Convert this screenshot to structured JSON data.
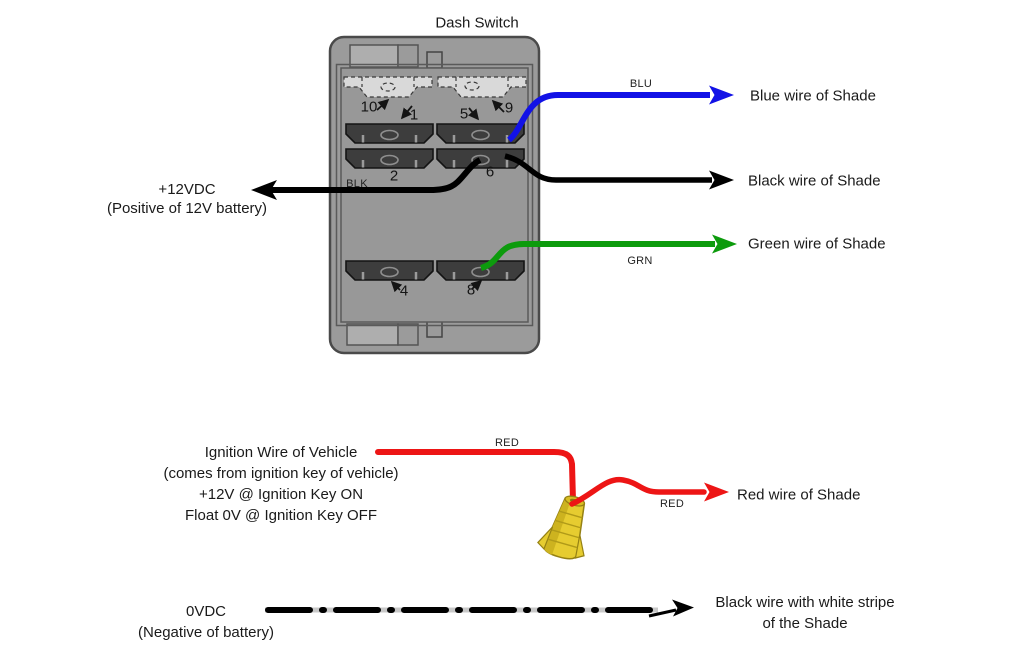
{
  "title": "Dash Switch",
  "switch": {
    "blk_tag": "BLK",
    "terminals": [
      {
        "label": "10"
      },
      {
        "label": "1"
      },
      {
        "label": "5"
      },
      {
        "label": "9"
      },
      {
        "label": "2"
      },
      {
        "label": "6"
      },
      {
        "label": "4"
      },
      {
        "label": "8"
      }
    ]
  },
  "wire_tags": {
    "blu": "BLU",
    "grn": "GRN",
    "red_top": "RED",
    "red_right": "RED"
  },
  "right_labels": {
    "blue": "Blue wire of Shade",
    "black": "Black wire of Shade",
    "green": "Green wire of Shade",
    "red": "Red wire of Shade",
    "stripe_line1": "Black wire with white stripe",
    "stripe_line2": "of the Shade"
  },
  "battery_positive": {
    "line1": "+12VDC",
    "line2": "(Positive of 12V battery)"
  },
  "ignition": {
    "line1": "Ignition Wire of Vehicle",
    "line2": "(comes from ignition key of vehicle)",
    "line3": "+12V @ Ignition Key ON",
    "line4": "Float 0V @ Ignition Key OFF"
  },
  "battery_negative": {
    "line1": "0VDC",
    "line2": "(Negative of battery)"
  },
  "colors": {
    "blue_wire": "#1212e6",
    "black_wire": "#000000",
    "green_wire": "#0d9b0d",
    "red_wire": "#ed1515",
    "switch_body": "#9b9b9b",
    "terminal_dark": "#3d3d3d",
    "stripe_base": "#c8c8c8",
    "wire_nut_yellow": "#e6cc30"
  }
}
